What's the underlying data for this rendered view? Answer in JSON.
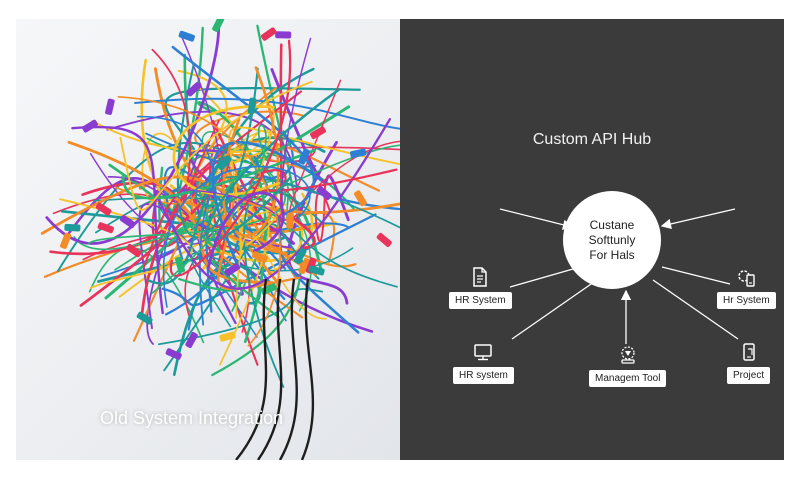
{
  "left_panel": {
    "caption": "Old System Integration"
  },
  "right_panel": {
    "title": "Custom API Hub",
    "hub_lines": [
      "Custane",
      "Softtunly",
      "For Hals"
    ],
    "nodes": [
      {
        "label": "HR System",
        "icon": "document-icon"
      },
      {
        "label": "Hr System",
        "icon": "gear-device-icon"
      },
      {
        "label": "HR system",
        "icon": "monitor-icon"
      },
      {
        "label": "Managem Tool",
        "icon": "shield-device-icon"
      },
      {
        "label": "Project",
        "icon": "phone-device-icon"
      }
    ]
  },
  "colors": {
    "dark_panel": "#3b3b3b",
    "hub_fill": "#ffffff",
    "line": "#ffffff",
    "cables": [
      "#e8335a",
      "#2bb673",
      "#f6c22a",
      "#2d7fd3",
      "#8a3bd0",
      "#1d9a9a",
      "#f28c28"
    ]
  }
}
